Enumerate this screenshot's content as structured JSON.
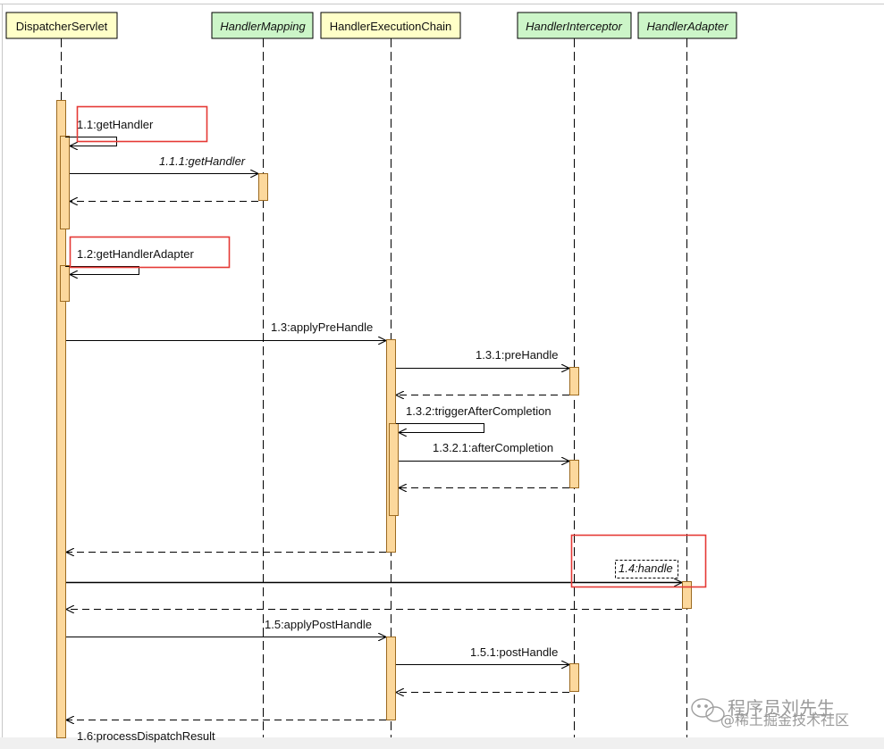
{
  "colors": {
    "activation_fill": "#fcd89c",
    "activation_stroke": "#9c6a20",
    "header_yellow": "#ffffc8",
    "header_green": "#ccf5c8",
    "highlight_box": "#e53935",
    "line": "#000000"
  },
  "participants": [
    {
      "id": "ds",
      "name": "DispatcherServlet",
      "style": "yellow",
      "italic": false
    },
    {
      "id": "hm",
      "name": "HandlerMapping",
      "style": "green",
      "italic": true
    },
    {
      "id": "hec",
      "name": "HandlerExecutionChain",
      "style": "yellow",
      "italic": false
    },
    {
      "id": "hi",
      "name": "HandlerInterceptor",
      "style": "green",
      "italic": true
    },
    {
      "id": "ha",
      "name": "HandlerAdapter",
      "style": "green",
      "italic": true
    }
  ],
  "messages": [
    {
      "label": "1.1:getHandler",
      "italic": false,
      "highlighted": true
    },
    {
      "label": "1.1.1:getHandler",
      "italic": true,
      "highlighted": false
    },
    {
      "label": "1.2:getHandlerAdapter",
      "italic": false,
      "highlighted": true
    },
    {
      "label": "1.3:applyPreHandle",
      "italic": false,
      "highlighted": false
    },
    {
      "label": "1.3.1:preHandle",
      "italic": false,
      "highlighted": false
    },
    {
      "label": "1.3.2:triggerAfterCompletion",
      "italic": false,
      "highlighted": false
    },
    {
      "label": "1.3.2.1:afterCompletion",
      "italic": false,
      "highlighted": false
    },
    {
      "label": "1.4:handle",
      "italic": true,
      "highlighted": true
    },
    {
      "label": "1.5:applyPostHandle",
      "italic": false,
      "highlighted": false
    },
    {
      "label": "1.5.1:postHandle",
      "italic": false,
      "highlighted": false
    },
    {
      "label": "1.6:processDispatchResult",
      "italic": false,
      "highlighted": false
    }
  ],
  "watermark": {
    "line1": "程序员刘先生",
    "line2": "@稀土掘金技术社区"
  }
}
